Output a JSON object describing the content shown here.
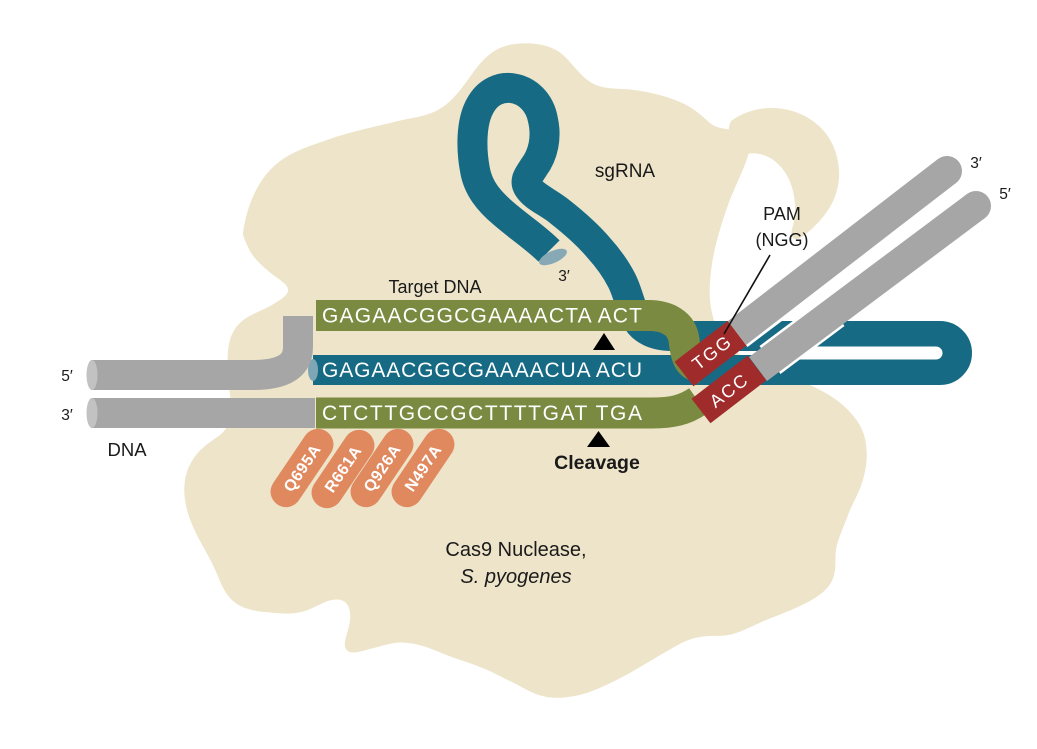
{
  "diagram": {
    "enzyme_line1": "Cas9 Nuclease,",
    "enzyme_line2": "S. pyogenes",
    "sgRNA_label": "sgRNA",
    "sgRNA_end_label": "3′",
    "target_dna_label": "Target DNA",
    "dna_label": "DNA",
    "pam_label_line1": "PAM",
    "pam_label_line2": "(NGG)",
    "cleavage_label": "Cleavage",
    "left_top_end": "5′",
    "left_bottom_end": "3′",
    "right_top_end": "3′",
    "right_bottom_end": "5′"
  },
  "sequences": {
    "target_strand_top": "GAGAACGGCGAAAACTA ACT",
    "sgRNA_spacer": "GAGAACGGCGAAAACUA ACU",
    "target_strand_bottom": "CTCTTGCCGCTTTTGAT TGA",
    "pam_top": "TGG",
    "pam_bottom": "ACC"
  },
  "mutations": [
    {
      "label": "Q695A"
    },
    {
      "label": "R661A"
    },
    {
      "label": "Q926A"
    },
    {
      "label": "N497A"
    }
  ],
  "colors": {
    "cas9_body": "#EDE4C9",
    "rna": "#176A84",
    "rna_cap": "#87A9B6",
    "dna_target": "#7A8A40",
    "dna_backbone": "#A6A6A6",
    "pam": "#9F2B2B",
    "mutation_pill": "#E0895F"
  }
}
